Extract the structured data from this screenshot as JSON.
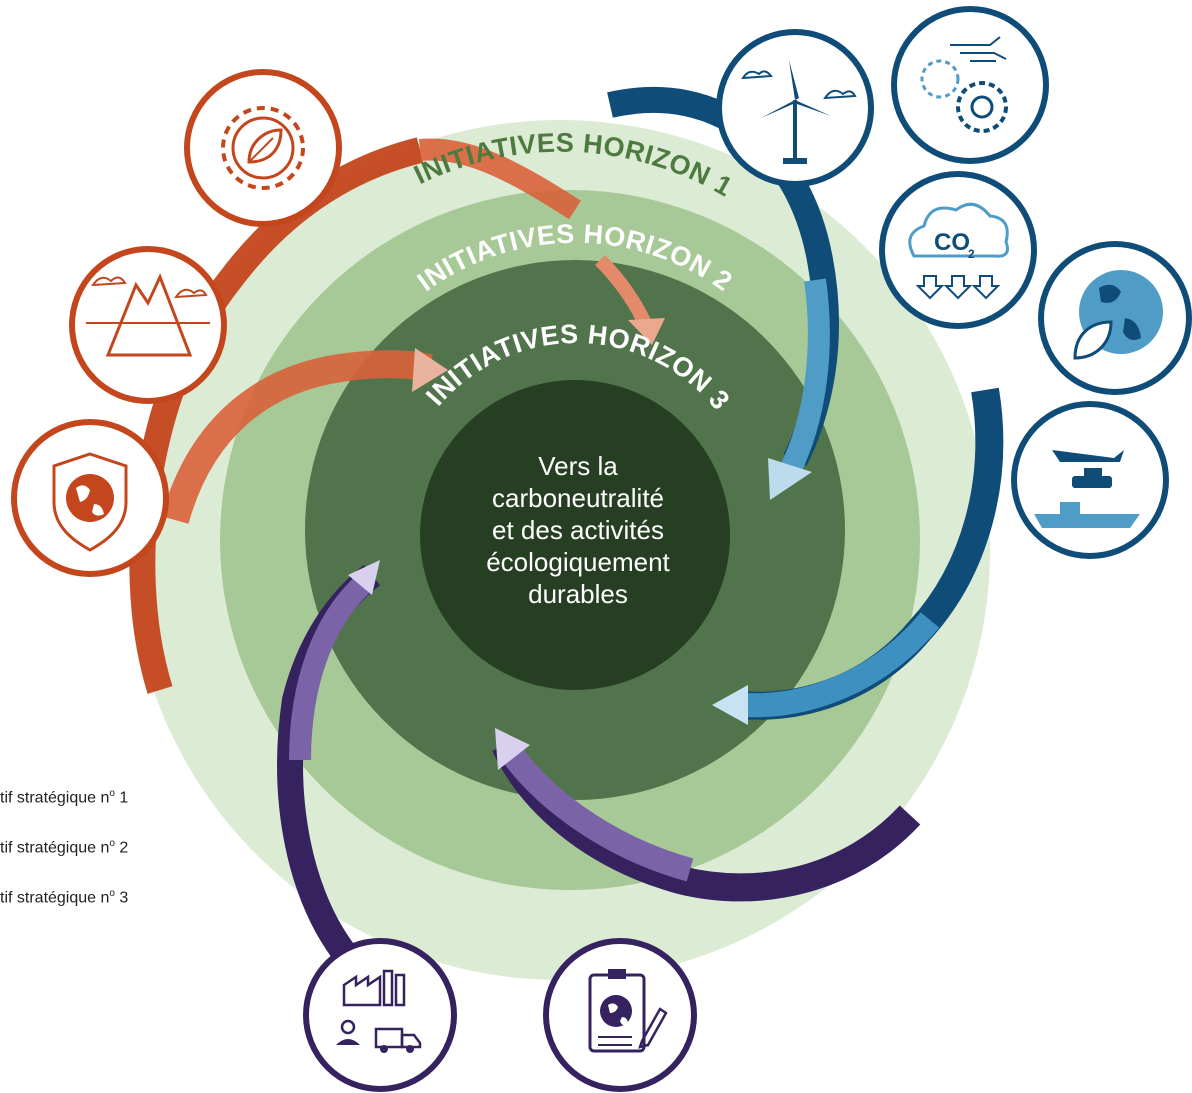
{
  "colors": {
    "ring1": "#dcebd4",
    "ring2": "#a7c897",
    "ring3": "#52744c",
    "core": "#263f23",
    "label1": "#4d7a3f",
    "labelLight": "#ffffff",
    "objective1": "#c4461c",
    "objective1_light": "#ebb09a",
    "objective2": "#0f4c78",
    "objective2_light": "#56a6cf",
    "objective3": "#35225f",
    "objective3_light": "#c9c0e3"
  },
  "rings": {
    "horizon1": "INITIATIVES HORIZON 1",
    "horizon2": "INITIATIVES HORIZON 2",
    "horizon3": "INITIATIVES HORIZON 3"
  },
  "center": {
    "line1": "Vers la",
    "line2": "carboneutralité",
    "line3": "et des activités",
    "line4": "écologiquement",
    "line5": "durables"
  },
  "legend": [
    {
      "text": "tif stratégique n",
      "sup": "o",
      "num": " 1"
    },
    {
      "text": "tif stratégique n",
      "sup": "o",
      "num": " 2"
    },
    {
      "text": "tif stratégique n",
      "sup": "o",
      "num": " 3"
    }
  ],
  "icons": {
    "objective1": [
      "gear-leaf-icon",
      "iceberg-icon",
      "globe-shield-icon"
    ],
    "objective2": [
      "wind-turbine-icon",
      "circuit-gears-icon",
      "co2-reduction-icon",
      "globe-leaf-icon",
      "military-vehicles-icon"
    ],
    "objective3": [
      "supply-chain-icon",
      "clipboard-globe-icon"
    ]
  },
  "co2_label": {
    "main": "CO",
    "sub": "2"
  }
}
